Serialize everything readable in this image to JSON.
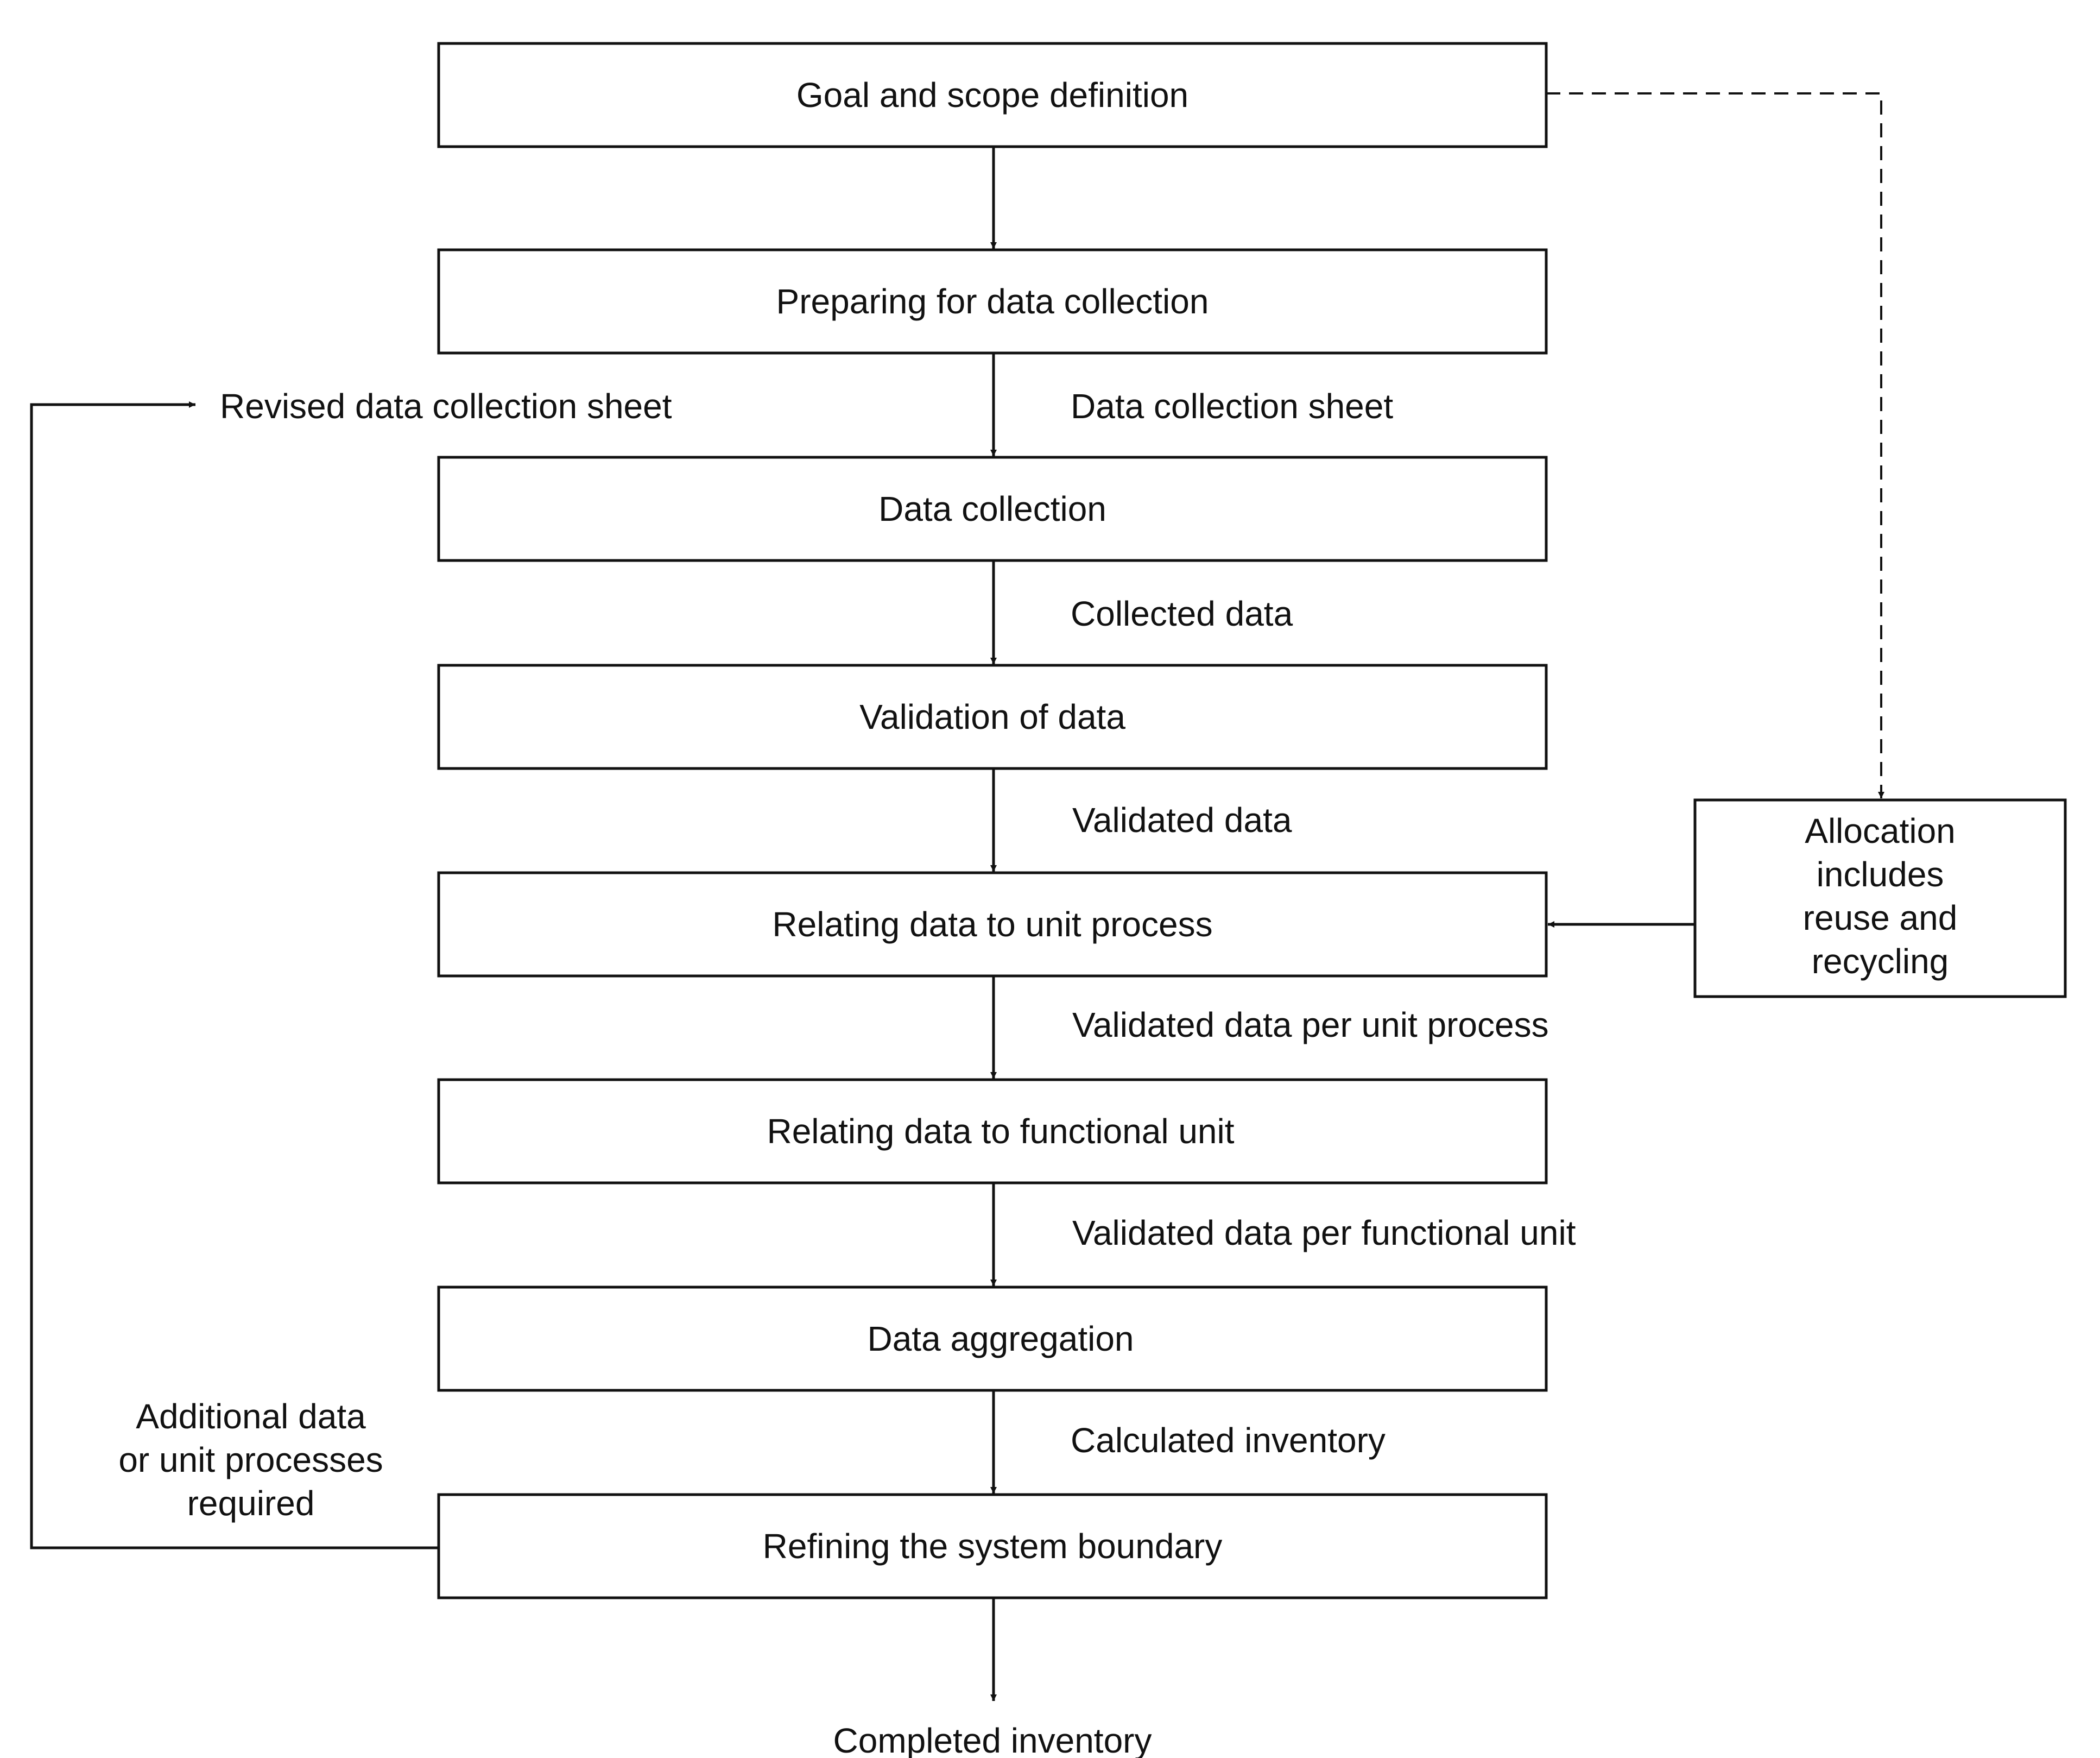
{
  "process_steps": [
    "Goal and scope definition",
    "Preparing for data collection",
    "Data collection",
    "Validation of data",
    "Relating data to unit process",
    "Relating data to functional unit",
    "Data aggregation",
    "Refining the system boundary"
  ],
  "flow_labels": [
    "Data collection sheet",
    "Collected data",
    "Validated data",
    "Validated data per unit process",
    "Validated data per functional unit",
    "Calculated inventory"
  ],
  "final_output": "Completed inventory",
  "allocation_box": [
    "Allocation",
    "includes",
    "reuse and",
    "recycling"
  ],
  "feedback": {
    "revised_label": "Revised data collection sheet",
    "condition_label": [
      "Additional data",
      "or unit processes",
      "required"
    ]
  },
  "colors": {
    "stroke": "#111111",
    "text": "#111111",
    "background": "#ffffff"
  }
}
